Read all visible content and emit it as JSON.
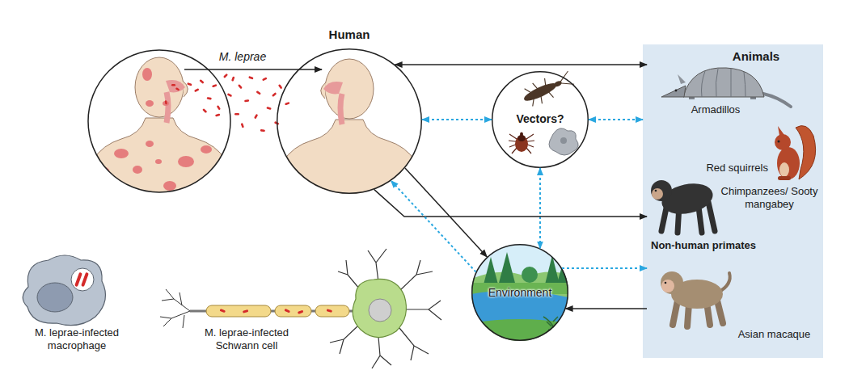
{
  "diagram": {
    "nodes": [
      {
        "text": [
          "Human"
        ]
      },
      {
        "text": [
          "Vectors?"
        ]
      },
      {
        "text": [
          "Environment"
        ]
      },
      {
        "text": [
          "Animals"
        ]
      },
      {
        "text": [
          "Armadillos"
        ],
        "in": 3
      },
      {
        "text": [
          "Red squirrels"
        ],
        "in": 3
      },
      {
        "text": [
          "Chimpanzees/ Sooty mangabey"
        ],
        "in": 3
      },
      {
        "text": [
          "Asian macaque"
        ],
        "in": 3
      }
    ],
    "edges": [
      {
        "from": 0,
        "to": 4,
        "arrow": "both"
      },
      {
        "from": 0,
        "to": 1,
        "arrow": "both"
      },
      {
        "from": 1,
        "to": 3,
        "arrow": "both"
      },
      {
        "from": 1,
        "to": 2,
        "arrow": "both"
      },
      {
        "from": 0,
        "to": 6,
        "arrow": "to"
      },
      {
        "from": 0,
        "to": 2,
        "arrow": "to"
      },
      {
        "from": 2,
        "to": 0,
        "arrow": "to"
      },
      {
        "from": 2,
        "to": 7,
        "arrow": "to"
      },
      {
        "from": 7,
        "to": 2,
        "arrow": "to"
      }
    ],
    "labels": [
      "M. leprae",
      "Non-human primates",
      "M. leprae-infected macrophage",
      "M. leprae-infected Schwann cell"
    ]
  }
}
